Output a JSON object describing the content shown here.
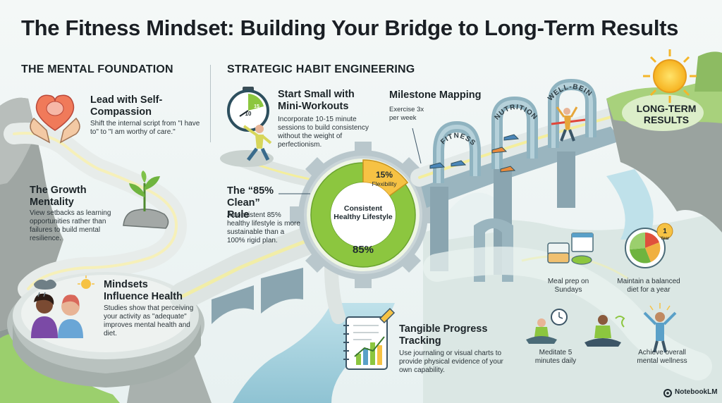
{
  "title": "The Fitness Mindset: Building Your Bridge to Long-Term Results",
  "mental_foundation": {
    "heading": "THE MENTAL FOUNDATION",
    "items": [
      {
        "title": "Lead with Self-Compassion",
        "text": "Shift the internal script from \"I have to\" to \"I am worthy of care.\""
      },
      {
        "title": "The Growth Mentality",
        "text": "View setbacks as learning opportunities rather than failures to build mental resilience."
      },
      {
        "title": "Mindsets Influence Health",
        "text": "Studies show that perceiving your activity as \"adequate\" improves mental health and diet."
      }
    ]
  },
  "habit_engineering": {
    "heading": "STRATEGIC HABIT ENGINEERING",
    "mini_workouts": {
      "title": "Start Small with Mini-Workouts",
      "text": "Incorporate 10-15 minute sessions to build consistency without the weight of perfectionism."
    },
    "rule_85": {
      "title": "The “85% Clean” Rule",
      "text": "A consistent 85% healthy lifestyle is more sustainable than a 100% rigid plan."
    },
    "progress_tracking": {
      "title": "Tangible Progress Tracking",
      "text": "Use journaling or visual charts to provide physical evidence of your own capability."
    }
  },
  "donut": {
    "center_label": "Consistent Healthy Lifestyle",
    "main_label": "85%",
    "main_value": 85,
    "flex_percent": "15%",
    "flex_label": "Flexibility",
    "flex_value": 15,
    "colors": {
      "main": "#8cc63f",
      "flex": "#f6c244"
    }
  },
  "milestones": {
    "title": "Milestone Mapping",
    "exercise": "Exercise 3x per week",
    "arches": [
      "FITNESS",
      "NUTRITION",
      "WELL-BEING"
    ],
    "goals": [
      {
        "text": "Meal prep on Sundays"
      },
      {
        "text": "Maintain a balanced diet for a year",
        "badge_number": "1",
        "badge_word": "Year"
      },
      {
        "text": "Meditate 5 minutes daily"
      },
      {
        "text": "Achieve overall mental wellness"
      }
    ]
  },
  "destination": "LONG-TERM RESULTS",
  "stopwatch_labels": [
    "10",
    "15"
  ],
  "brand": "NotebookLM"
}
